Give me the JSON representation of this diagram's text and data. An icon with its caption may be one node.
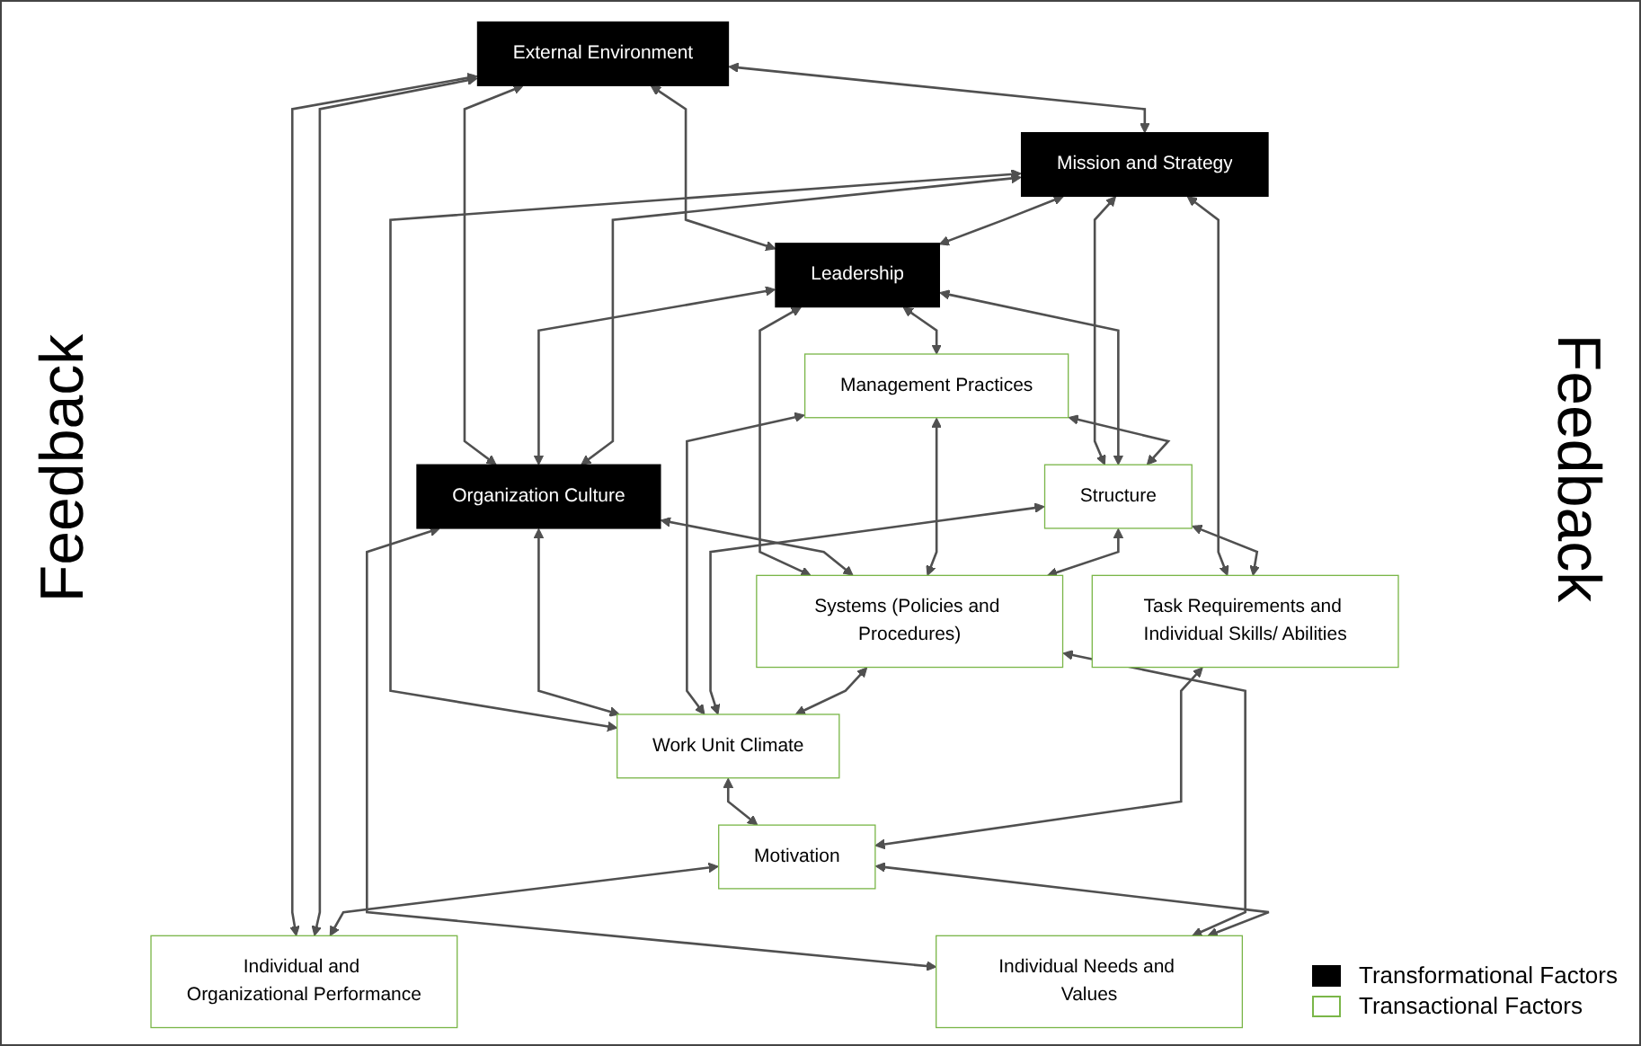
{
  "diagram": {
    "nodes": [
      {
        "text": [
          "External Environment"
        ]
      },
      {
        "text": [
          "Mission and Strategy"
        ]
      },
      {
        "text": [
          "Leadership"
        ]
      },
      {
        "text": [
          "Organization Culture"
        ]
      },
      {
        "text": [
          "Management Practices"
        ]
      },
      {
        "text": [
          "Structure"
        ]
      },
      {
        "text": [
          "Systems (Policies and Procedures)"
        ]
      },
      {
        "text": [
          "Work Unit Climate"
        ]
      },
      {
        "text": [
          "Task Requirements and Individual Skills/ Abilities"
        ]
      },
      {
        "text": [
          "Motivation"
        ]
      },
      {
        "text": [
          "Individual Needs and Values"
        ]
      },
      {
        "text": [
          "Individual and Organizational Performance"
        ]
      }
    ],
    "edges": [
      {
        "from": 0,
        "to": 11,
        "arrow": "both"
      },
      {
        "from": 0,
        "to": 1,
        "arrow": "both"
      },
      {
        "from": 0,
        "to": 2,
        "arrow": "both"
      },
      {
        "from": 0,
        "to": 3,
        "arrow": "both"
      },
      {
        "from": 0,
        "to": 11,
        "arrow": "both"
      },
      {
        "from": 1,
        "to": 2,
        "arrow": "both"
      },
      {
        "from": 2,
        "to": 3,
        "arrow": "both"
      },
      {
        "from": 1,
        "to": 3,
        "arrow": "both"
      },
      {
        "from": 1,
        "to": 8,
        "arrow": "both"
      },
      {
        "from": 1,
        "to": 7,
        "arrow": "both"
      },
      {
        "from": 3,
        "to": 10,
        "arrow": "both"
      },
      {
        "from": 3,
        "to": 7,
        "arrow": "both"
      },
      {
        "from": 1,
        "to": 5,
        "arrow": "both"
      },
      {
        "from": 2,
        "to": 4,
        "arrow": "both"
      },
      {
        "from": 2,
        "to": 5,
        "arrow": "both"
      },
      {
        "from": 2,
        "to": 6,
        "arrow": "both"
      },
      {
        "from": 3,
        "to": 6,
        "arrow": "both"
      },
      {
        "from": 4,
        "to": 5,
        "arrow": "both"
      },
      {
        "from": 4,
        "to": 6,
        "arrow": "both"
      },
      {
        "from": 5,
        "to": 6,
        "arrow": "both"
      },
      {
        "from": 4,
        "to": 7,
        "arrow": "both"
      },
      {
        "from": 5,
        "to": 7,
        "arrow": "both"
      },
      {
        "from": 6,
        "to": 7,
        "arrow": "both"
      },
      {
        "from": 5,
        "to": 8,
        "arrow": "both"
      },
      {
        "from": 6,
        "to": 10,
        "arrow": "both"
      },
      {
        "from": 7,
        "to": 9,
        "arrow": "both"
      },
      {
        "from": 8,
        "to": 9,
        "arrow": "both"
      },
      {
        "from": 9,
        "to": 10,
        "arrow": "both"
      },
      {
        "from": 9,
        "to": 11,
        "arrow": "both"
      }
    ],
    "labels": [
      "Feedback",
      "Feedback"
    ],
    "legend": [
      {
        "text": "Transformational Factors",
        "color": "#000000"
      },
      {
        "text": "Transactional Factors"
      }
    ]
  }
}
